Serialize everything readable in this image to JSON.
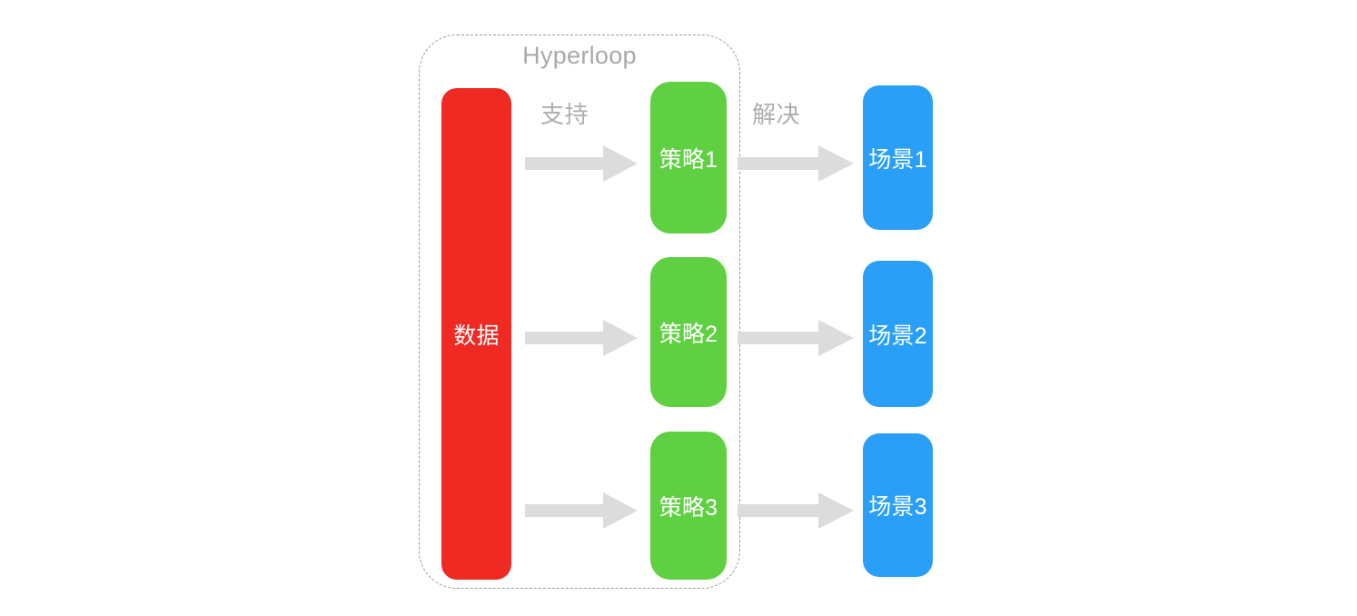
{
  "diagram": {
    "group": {
      "title": "Hyperloop",
      "border_style": "dashed",
      "border_color": "#9a9a9a"
    },
    "nodes": {
      "data": {
        "label": "数据",
        "color": "#ee2a23"
      },
      "strategies": [
        {
          "label": "策略1",
          "color": "#5fd042"
        },
        {
          "label": "策略2",
          "color": "#5fd042"
        },
        {
          "label": "策略3",
          "color": "#5fd042"
        }
      ],
      "scenes": [
        {
          "label": "场景1",
          "color": "#2a9ff8"
        },
        {
          "label": "场景2",
          "color": "#2a9ff8"
        },
        {
          "label": "场景3",
          "color": "#2a9ff8"
        }
      ]
    },
    "edges": {
      "data_to_strategy_label": "支持",
      "strategy_to_scene_label": "解决",
      "arrow_color": "#dcdcdc"
    },
    "palette": {
      "background": "#ffffff",
      "muted_text": "#aeaeae",
      "node_text": "#ffffff"
    }
  }
}
